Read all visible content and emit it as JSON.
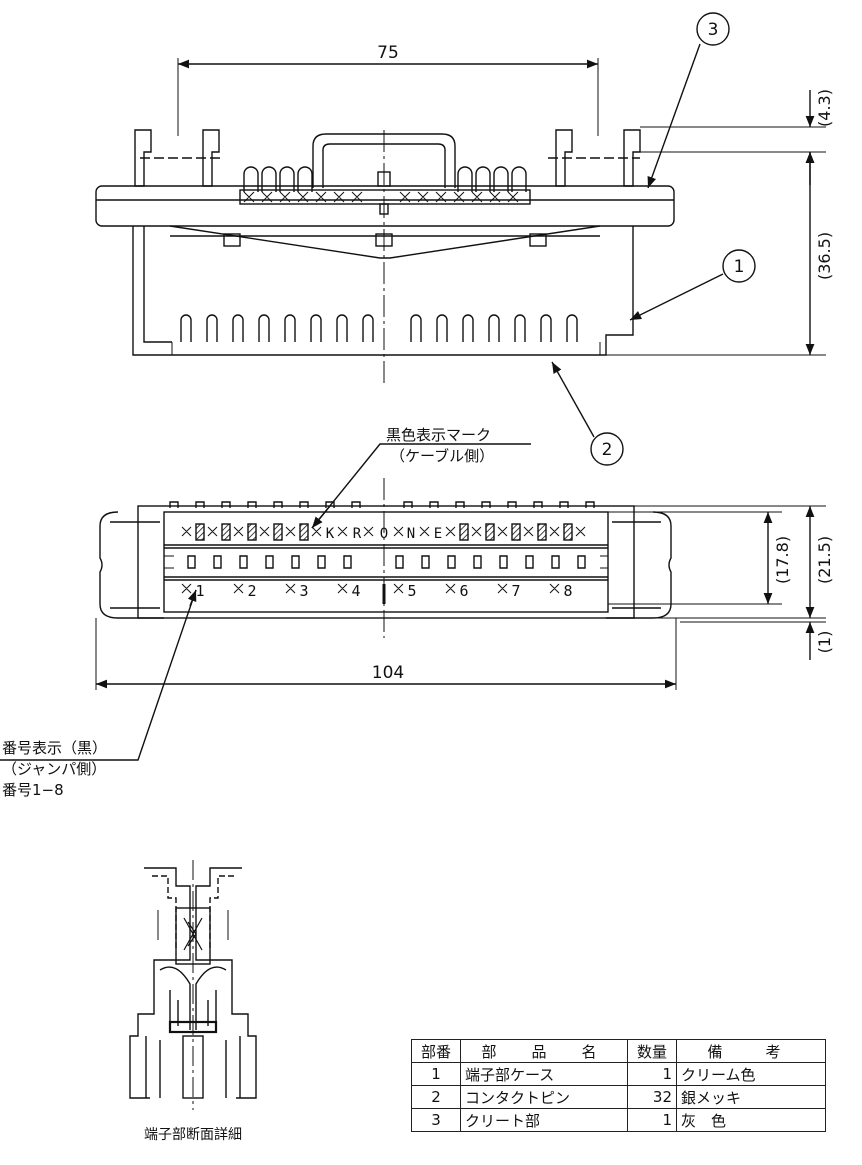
{
  "dimensions": {
    "width_top": "75",
    "width_bottom": "104",
    "dim_4_3": "(4.3)",
    "dim_36_5": "(36.5)",
    "dim_17_8": "(17.8)",
    "dim_21_5": "(21.5)",
    "dim_1": "(1)"
  },
  "callouts": [
    "1",
    "2",
    "3"
  ],
  "notes": {
    "black_mark_line1": "黒色表示マーク",
    "black_mark_line2": "（ケーブル側）",
    "number_line1": "番号表示（黒）",
    "number_line2": "（ジャンパ側）",
    "number_line3": "番号1−8"
  },
  "krone_letters": [
    "K",
    "R",
    "O",
    "N",
    "E"
  ],
  "terminal_numbers": [
    "1",
    "2",
    "3",
    "4",
    "5",
    "6",
    "7",
    "8"
  ],
  "detail_caption": "端子部断面詳細",
  "parts_table": {
    "headers": [
      "部番",
      "部　品　名",
      "数量",
      "備　考"
    ],
    "rows": [
      {
        "no": "1",
        "name": "端子部ケース",
        "qty": "1",
        "note": "クリーム色"
      },
      {
        "no": "2",
        "name": "コンタクトピン",
        "qty": "32",
        "note": "銀メッキ"
      },
      {
        "no": "3",
        "name": "クリート部",
        "qty": "1",
        "note": "灰　色"
      }
    ]
  }
}
